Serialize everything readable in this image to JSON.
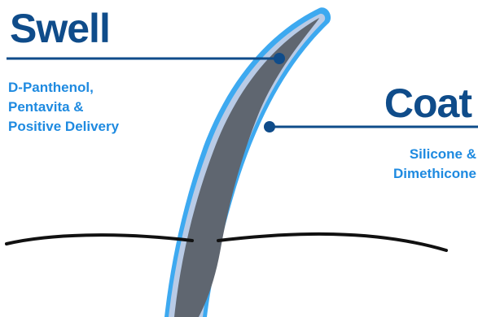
{
  "swell": {
    "title": "Swell",
    "description": "D-Panthenol,\nPentavita &\nPositive Delivery"
  },
  "coat": {
    "title": "Coat",
    "description": "Silicone &\nDimethicone"
  },
  "colors": {
    "title_dark_blue": "#0f4c8a",
    "description_bright_blue": "#1e8ae0",
    "callout_line": "#0f4c8a",
    "hair_outer_coat": "#3da9f0",
    "hair_inner_light": "#b9cbe6",
    "hair_shaft": "#5f6670",
    "skin_line": "#111111"
  }
}
